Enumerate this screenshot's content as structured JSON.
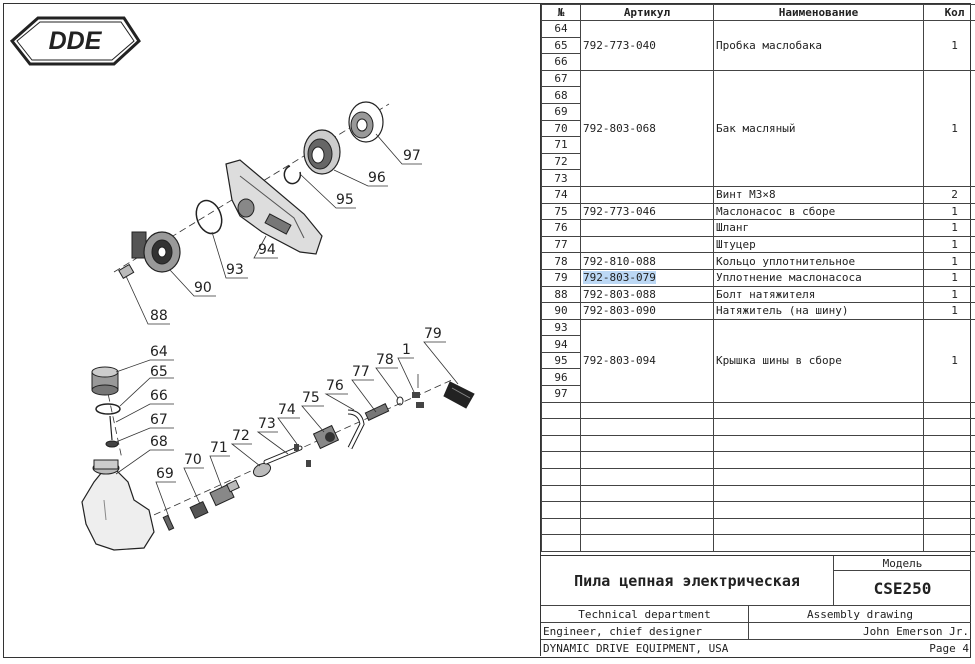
{
  "logo": {
    "text": "DDE"
  },
  "table": {
    "headers": {
      "no": "№",
      "article": "Артикул",
      "name": "Наименование",
      "qty": "Кол"
    },
    "groups": [
      {
        "nos": [
          "64",
          "65",
          "66"
        ],
        "article": "792-773-040",
        "name": "Пробка маслобака",
        "qty": "1"
      },
      {
        "nos": [
          "67",
          "68",
          "69",
          "70",
          "71",
          "72",
          "73"
        ],
        "article": "792-803-068",
        "name": "Бак масляный",
        "qty": "1"
      },
      {
        "nos": [
          "74"
        ],
        "article": "",
        "name": "Винт М3×8",
        "qty": "2"
      },
      {
        "nos": [
          "75"
        ],
        "article": "792-773-046",
        "name": "Маслонасос в сборе",
        "qty": "1"
      },
      {
        "nos": [
          "76"
        ],
        "article": "",
        "name": "Шланг",
        "qty": "1"
      },
      {
        "nos": [
          "77"
        ],
        "article": "",
        "name": "Штуцер",
        "qty": "1"
      },
      {
        "nos": [
          "78"
        ],
        "article": "792-810-088",
        "name": "Кольцо уплотнительное",
        "qty": "1"
      },
      {
        "nos": [
          "79"
        ],
        "article": "792-803-079",
        "name": "Уплотнение маслонасоса",
        "qty": "1",
        "highlight": true
      },
      {
        "nos": [
          "88"
        ],
        "article": "792-803-088",
        "name": "Болт натяжителя",
        "qty": "1"
      },
      {
        "nos": [
          "90"
        ],
        "article": "792-803-090",
        "name": "Натяжитель (на шину)",
        "qty": "1"
      },
      {
        "nos": [
          "93",
          "94",
          "95",
          "96",
          "97"
        ],
        "article": "792-803-094",
        "name": "Крышка шины в сборе",
        "qty": "1"
      }
    ],
    "empty_rows": 9
  },
  "title_block": {
    "product_name": "Пила цепная электрическая",
    "model_label": "Модель",
    "model": "CSE250",
    "department": "Technical department",
    "doc_type": "Assembly drawing",
    "role": "Engineer, chief designer",
    "person": "John Emerson Jr.",
    "company": "DYNAMIC DRIVE EQUIPMENT, USA",
    "page": "Page 4"
  },
  "callouts": {
    "c97": "97",
    "c96": "96",
    "c95": "95",
    "c94": "94",
    "c93": "93",
    "c90": "90",
    "c88": "88",
    "c64": "64",
    "c65": "65",
    "c66": "66",
    "c67": "67",
    "c68": "68",
    "c69": "69",
    "c70": "70",
    "c71": "71",
    "c72": "72",
    "c73": "73",
    "c74": "74",
    "c75": "75",
    "c76": "76",
    "c77": "77",
    "c78": "78",
    "c1": "1",
    "c79": "79"
  }
}
